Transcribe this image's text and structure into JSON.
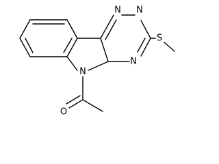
{
  "molecule": {
    "atoms": {
      "n1": "N",
      "n2": "N",
      "n4": "N",
      "n5": "N",
      "s": "S",
      "o": "O"
    }
  },
  "colors": {
    "bond": "#000000",
    "background": "#ffffff"
  }
}
